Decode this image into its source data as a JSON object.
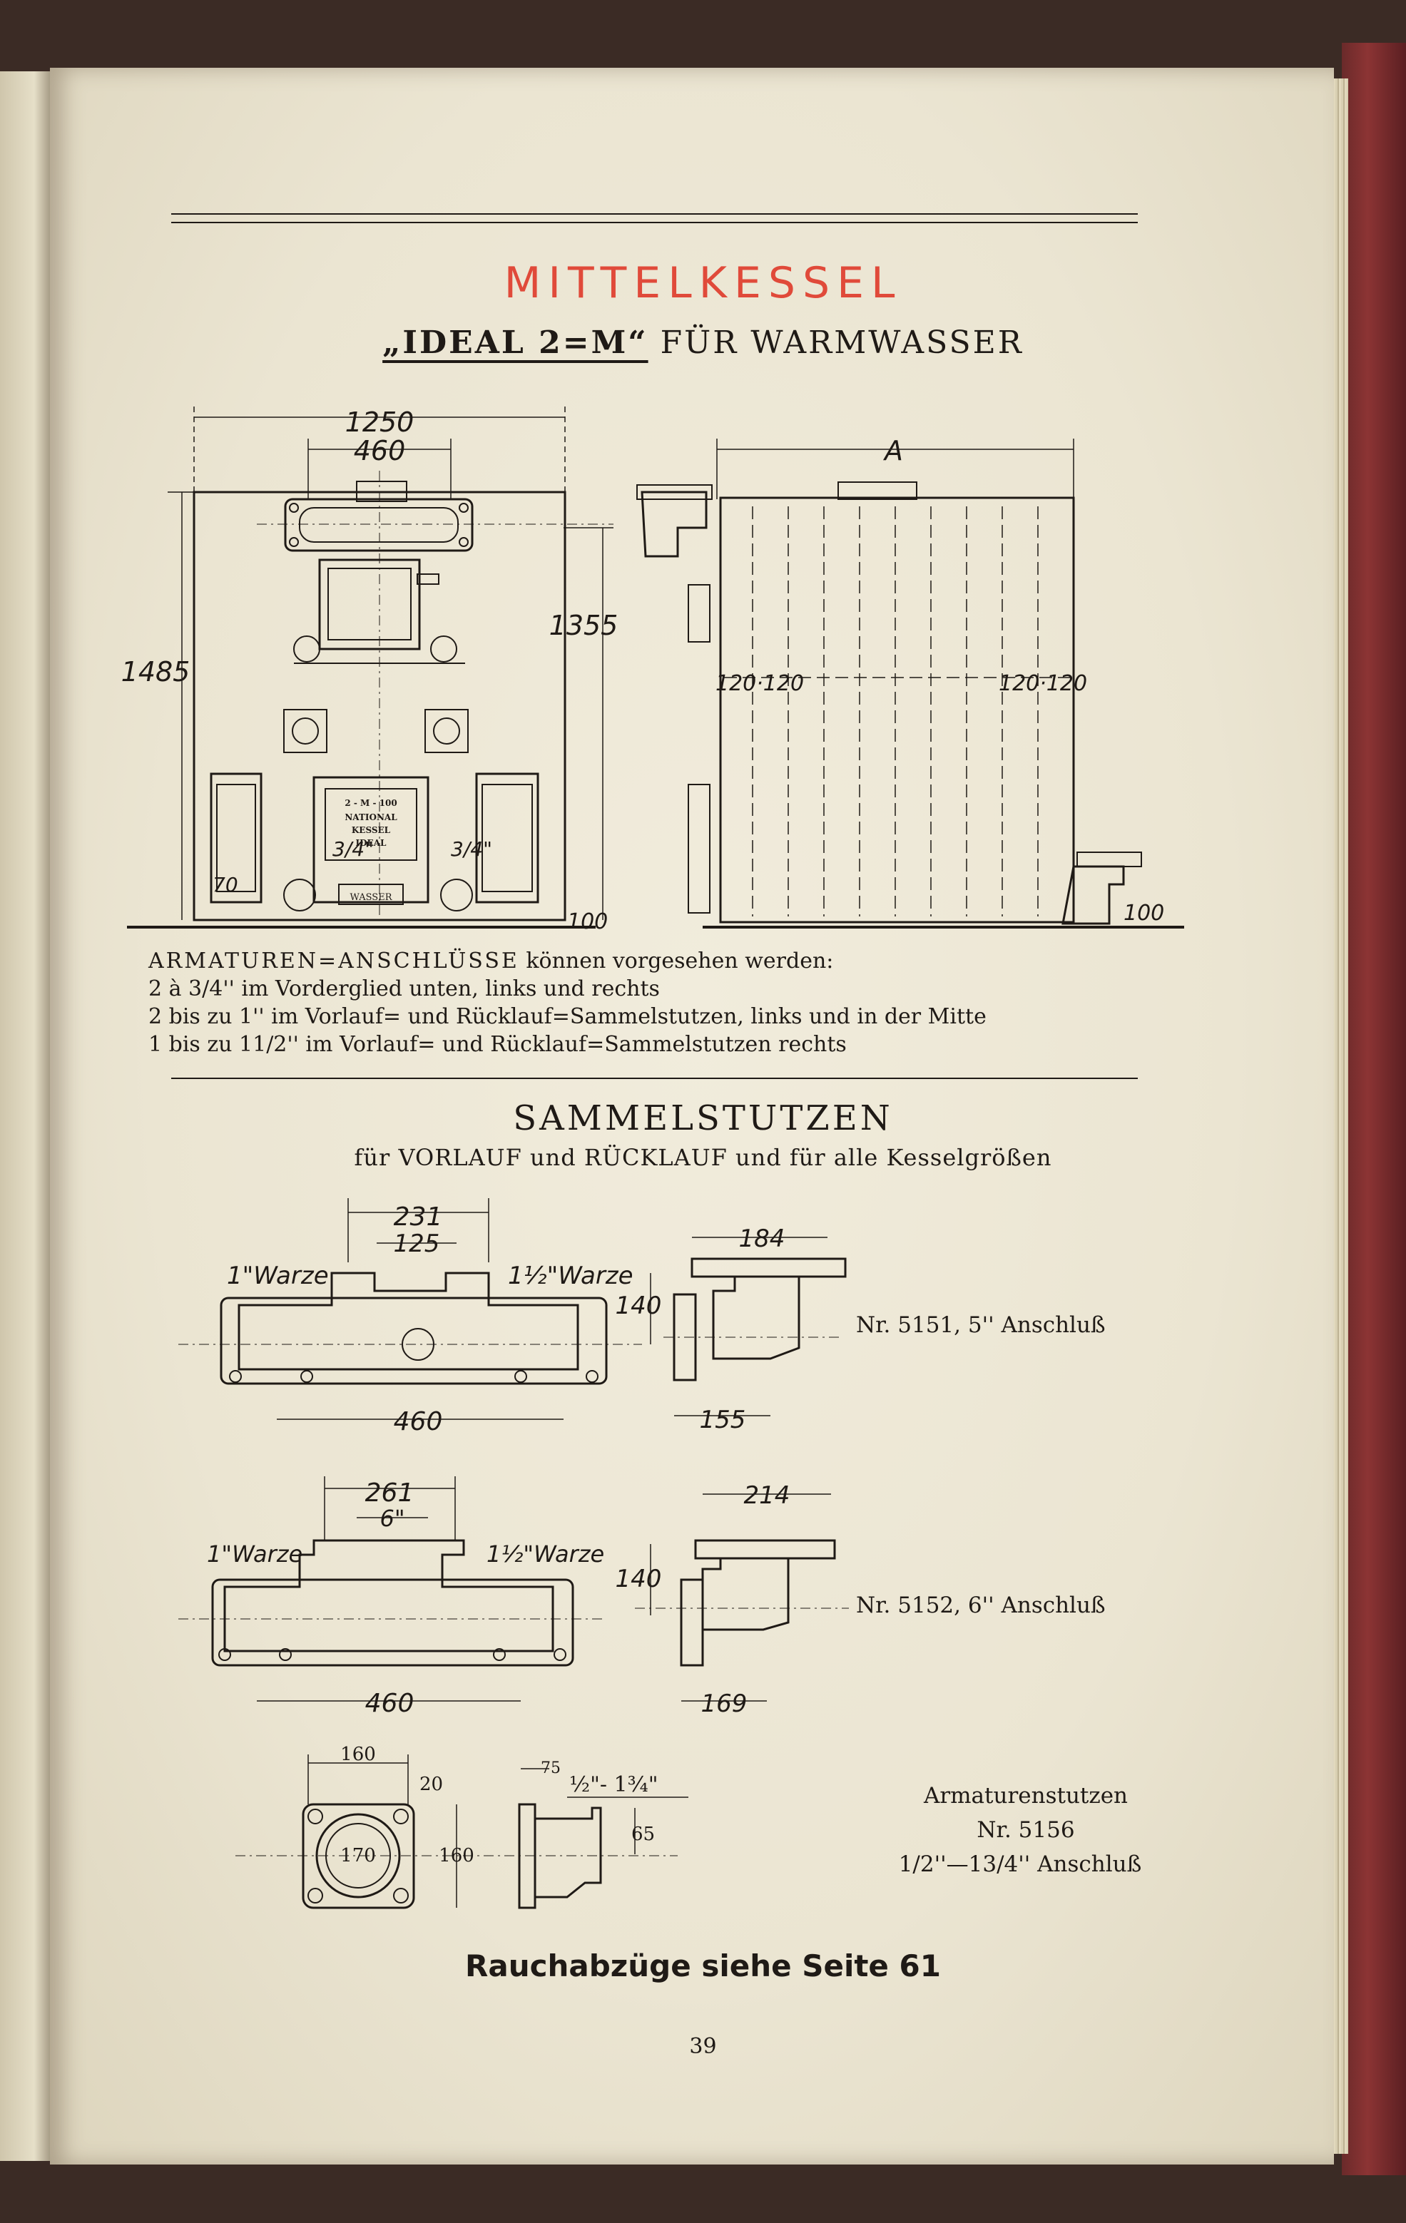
{
  "header": {
    "title": "MITTELKESSEL",
    "subtitle_bold": "„IDEAL 2=M“",
    "subtitle_rest": "FÜR WARMWASSER",
    "title_color": "#e04a3a"
  },
  "boiler_drawing": {
    "front": {
      "width": "1250",
      "inner_width": "460",
      "height": "1485",
      "inner_height": "1355",
      "nameplate": [
        "2 - M - 100",
        "NATIONAL",
        "KESSEL",
        "IDEAL"
      ],
      "wasser": "WASSER",
      "left_fitting": "3/4\"",
      "right_fitting": "3/4\"",
      "dim_70": "70",
      "dim_100": "100"
    },
    "side": {
      "length": "A",
      "left_spacing": "120·120",
      "right_spacing": "120·120",
      "dim_100": "100"
    }
  },
  "armaturen": {
    "heading": "ARMATUREN=ANSCHLÜSSE",
    "heading_rest": "können vorgesehen werden:",
    "lines": [
      "2 à 3/4'' im Vorderglied unten, links und rechts",
      "2 bis zu 1'' im Vorlauf= und Rücklauf=Sammelstutzen, links und in der Mitte",
      "1 bis zu 11/2'' im Vorlauf= und Rücklauf=Sammelstutzen rechts"
    ]
  },
  "section": {
    "title": "SAMMELSTUTZEN",
    "subtitle": "für VORLAUF und RÜCKLAUF und für alle Kesselgrößen"
  },
  "parts": [
    {
      "caption": "Nr. 5151, 5'' Anschluß",
      "dim_outer": "231",
      "dim_inner": "125",
      "left_label": "1\"Warze",
      "right_label": "1½\"Warze",
      "length": "460",
      "side_width": "184",
      "side_height": "140",
      "side_bottom": "155"
    },
    {
      "caption": "Nr. 5152, 6'' Anschluß",
      "dim_outer": "261",
      "dim_inner": "6\"",
      "left_label": "1\"Warze",
      "right_label": "1½\"Warze",
      "length": "460",
      "side_width": "214",
      "side_height": "140",
      "side_bottom": "169"
    }
  ],
  "armaturenstutzen": {
    "caption_lines": [
      "Armaturenstutzen",
      "Nr. 5156",
      "1/2''—13/4'' Anschluß"
    ],
    "dim_top": "160",
    "dim_20": "20",
    "dim_inner": "170",
    "dim_side": "160",
    "dim_75": "75",
    "dim_range": "½\"- 1¾\"",
    "dim_65": "65"
  },
  "footer": {
    "note": "Rauchabzüge siehe Seite 61",
    "page_number": "39"
  }
}
